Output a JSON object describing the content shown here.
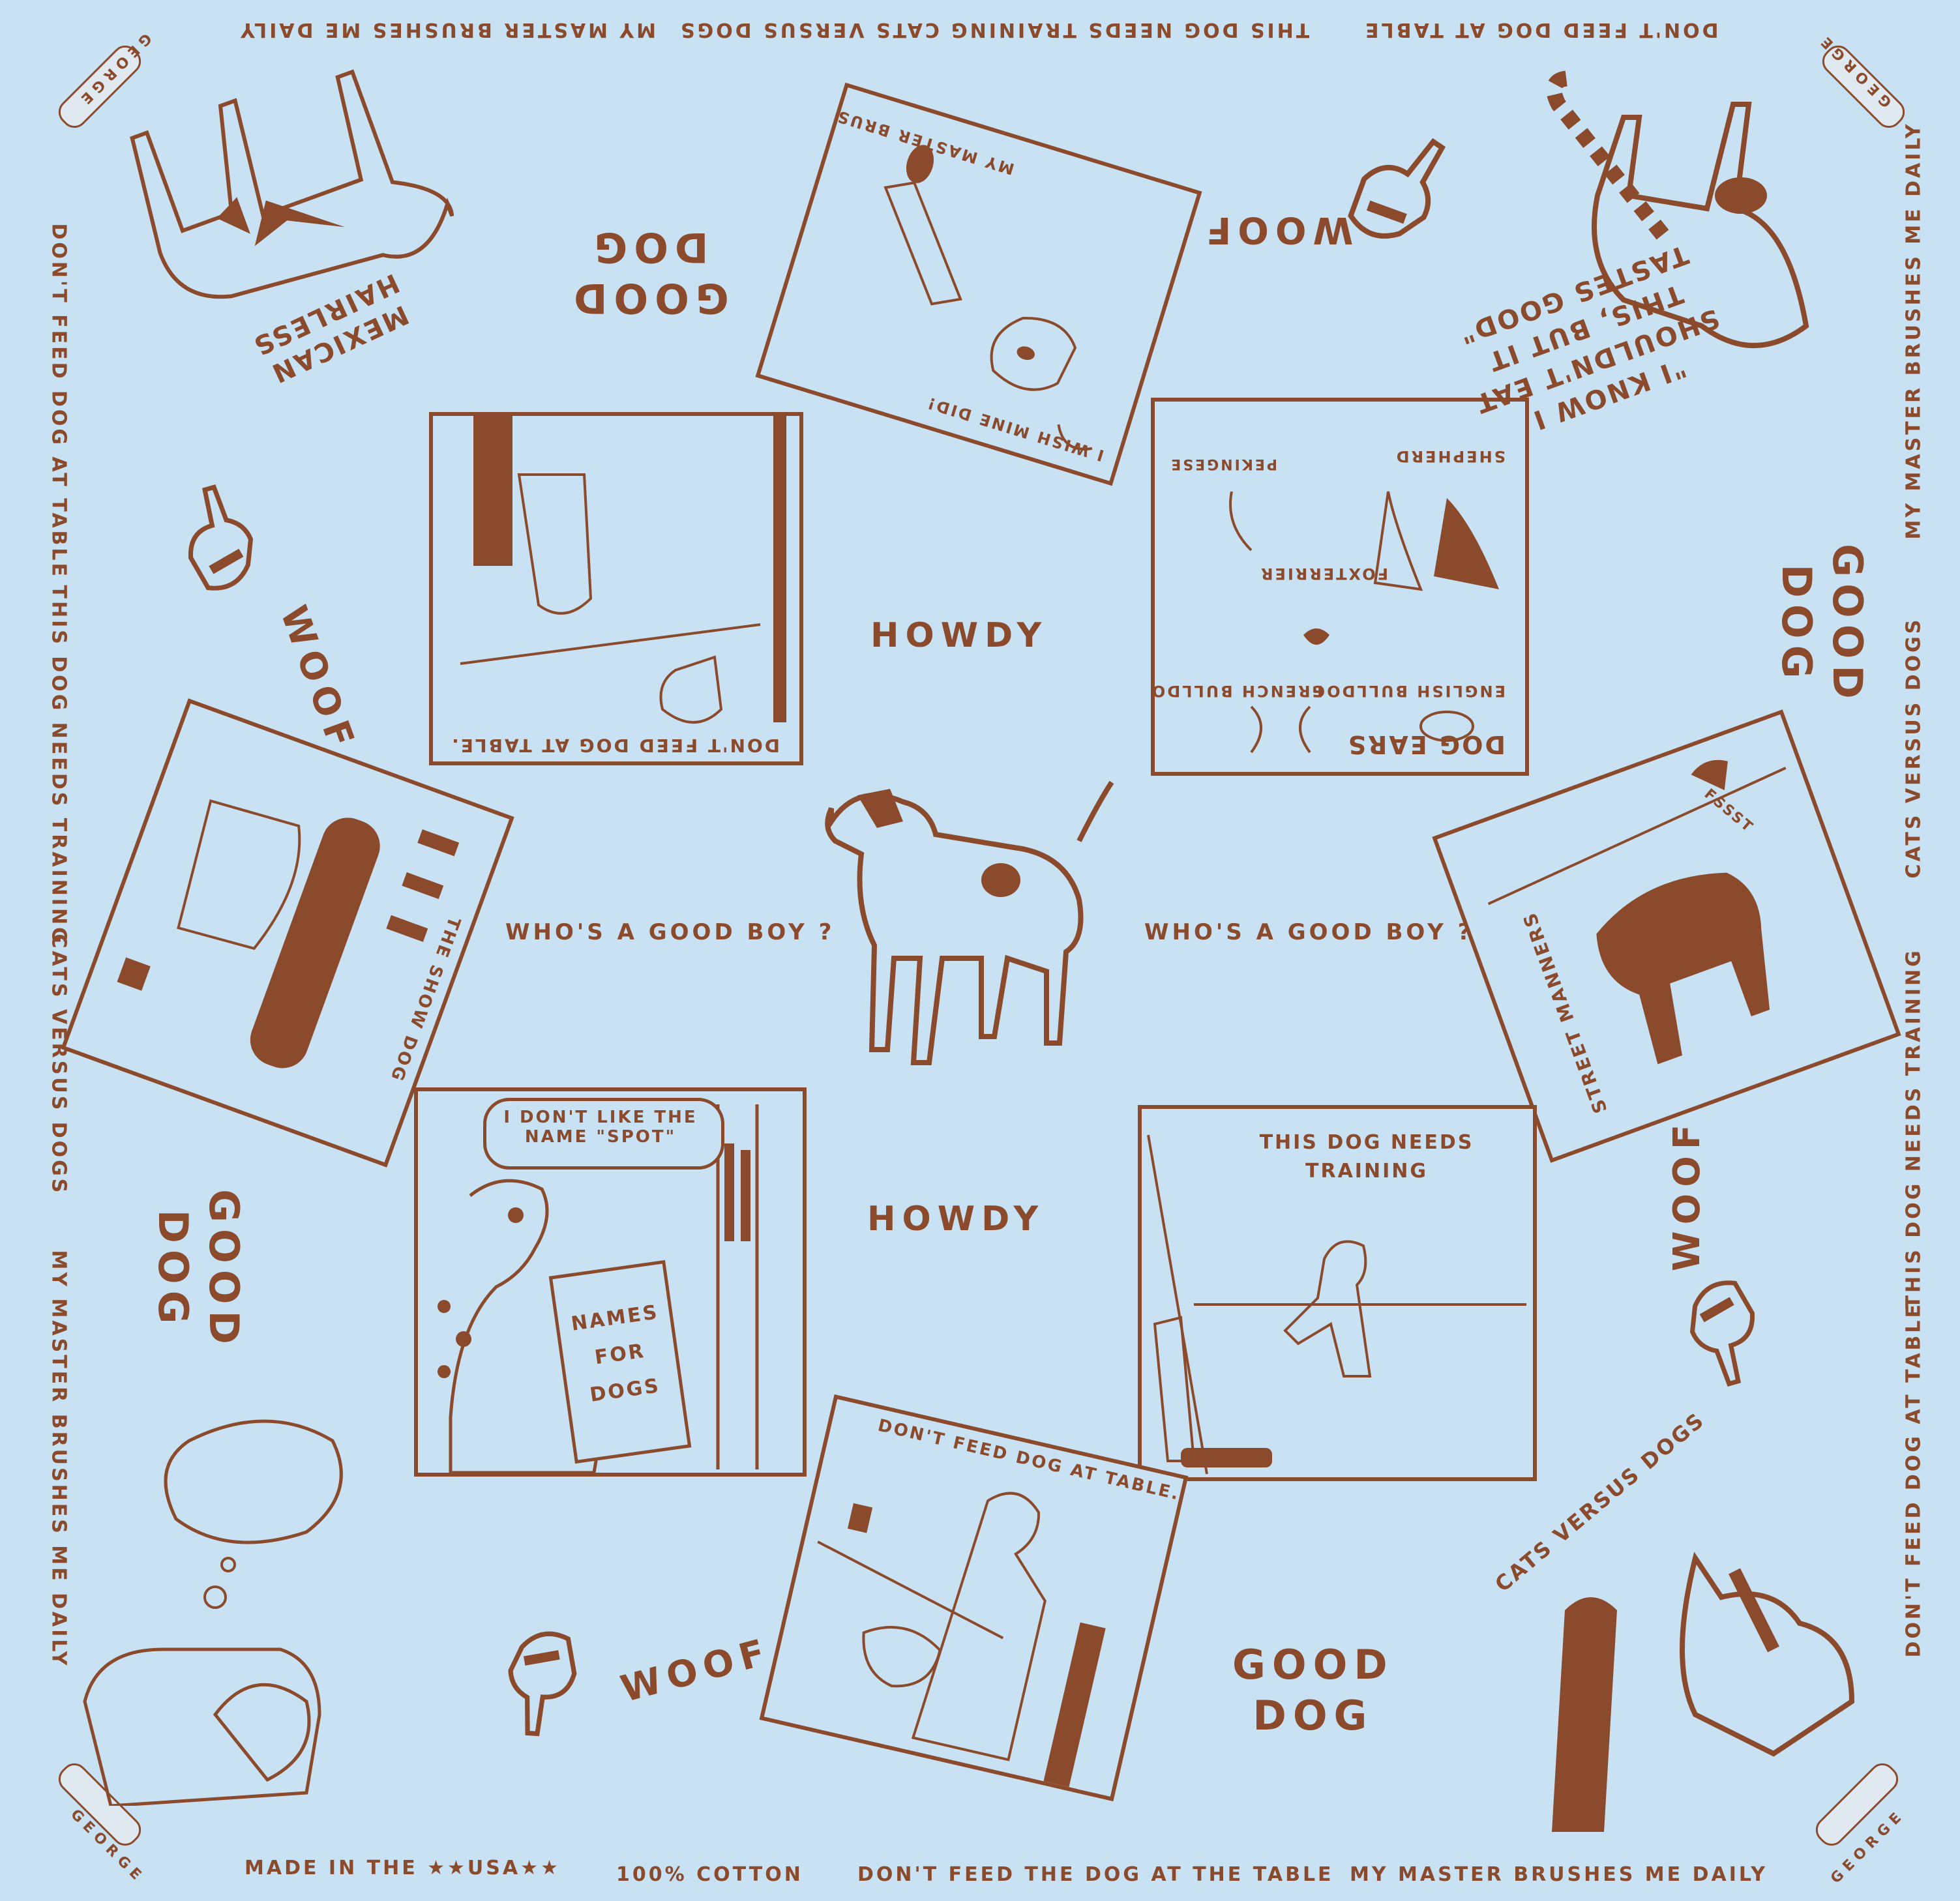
{
  "colors": {
    "background": "#c8e2f3",
    "ink": "#8b4a2b"
  },
  "border": {
    "top": [
      "DON'T FEED DOG AT TABLE",
      "THIS DOG NEEDS TRAINING",
      "CATS VERSUS DOGS",
      "MY MASTER BRUSHES ME DAILY"
    ],
    "left": [
      "DON'T FEED DOG AT TABLE",
      "THIS DOG NEEDS TRAINING",
      "CATS VERSUS DOGS",
      "MY MASTER BRUSHES ME DAILY"
    ],
    "right": [
      "MY MASTER BRUSHES ME DAILY",
      "CATS VERSUS DOGS",
      "THIS DOG NEEDS TRAINING",
      "DON'T FEED DOG AT TABLE"
    ],
    "bottom": [
      "MADE IN THE ★★USA★★",
      "100% COTTON",
      "DON'T FEED THE DOG AT THE TABLE",
      "MY MASTER BRUSHES ME DAILY"
    ]
  },
  "corner_name": "GEORGE",
  "words": {
    "howdy": "HOWDY",
    "good": "GOOD",
    "dog": "DOG",
    "woof": "WOOF",
    "whos_good_boy": "WHO'S A GOOD BOY ?"
  },
  "panels": {
    "dont_feed": "DON'T FEED DOG AT TABLE.",
    "brushes": "MY MASTER BRUSHES ME DAILY",
    "wish_mine": "I WISH MINE DID!",
    "dog_ears_title": "DOG EARS",
    "dog_ears_items": [
      "ENGLISH BULLDOG",
      "FRENCH BULLDOG",
      "FOXTERRIER",
      "SHEPHERD",
      "PEKINGESE"
    ],
    "show_dog": "THE SHOW DOG",
    "street_manners": "STREET MANNERS",
    "fssst": "FSSST",
    "spot_speech": "I DON'T LIKE THE NAME \"SPOT\"",
    "names_book": "NAMES FOR DOGS",
    "training": "THIS DOG NEEDS TRAINING",
    "dont_feed_2": "DON'T FEED DOG AT TABLE.",
    "cats_vs_dogs": "CATS VERSUS DOGS",
    "mexican_hairless": "MEXICAN HAIRLESS",
    "tastes_good": "\"I KNOW I SHOULDN'T EAT THIS, BUT IT TASTES GOOD\""
  }
}
